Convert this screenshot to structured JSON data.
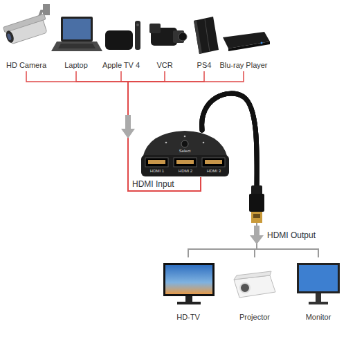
{
  "diagram": {
    "nodes": [
      {
        "text": [
          "HD Camera"
        ]
      },
      {
        "text": [
          "Laptop"
        ]
      },
      {
        "text": [
          "Apple TV 4"
        ]
      },
      {
        "text": [
          "VCR"
        ]
      },
      {
        "text": [
          "PS4"
        ]
      },
      {
        "text": [
          "Blu-ray Player"
        ]
      },
      {
        "text": [
          "Select",
          "HDMI 1",
          "HDMI 2",
          "HDMI 3"
        ]
      },
      {
        "text": [
          "HD-TV"
        ]
      },
      {
        "text": [
          "Projector"
        ]
      },
      {
        "text": [
          "Monitor"
        ]
      }
    ],
    "edges": [
      {
        "from": 0,
        "to": 6,
        "arrow": "none"
      },
      {
        "from": 1,
        "to": 6,
        "arrow": "none"
      },
      {
        "from": 2,
        "to": 6,
        "arrow": "none"
      },
      {
        "from": 3,
        "to": 6,
        "arrow": "none"
      },
      {
        "from": 4,
        "to": 6,
        "arrow": "none"
      },
      {
        "from": 5,
        "to": 6,
        "arrow": "none"
      },
      {
        "from": 6,
        "to": 7,
        "arrow": "none"
      },
      {
        "from": 6,
        "to": 8,
        "arrow": "none"
      },
      {
        "from": 6,
        "to": 9,
        "arrow": "none"
      }
    ],
    "labels": [
      "HDMI Input",
      "HDMI Output"
    ]
  }
}
